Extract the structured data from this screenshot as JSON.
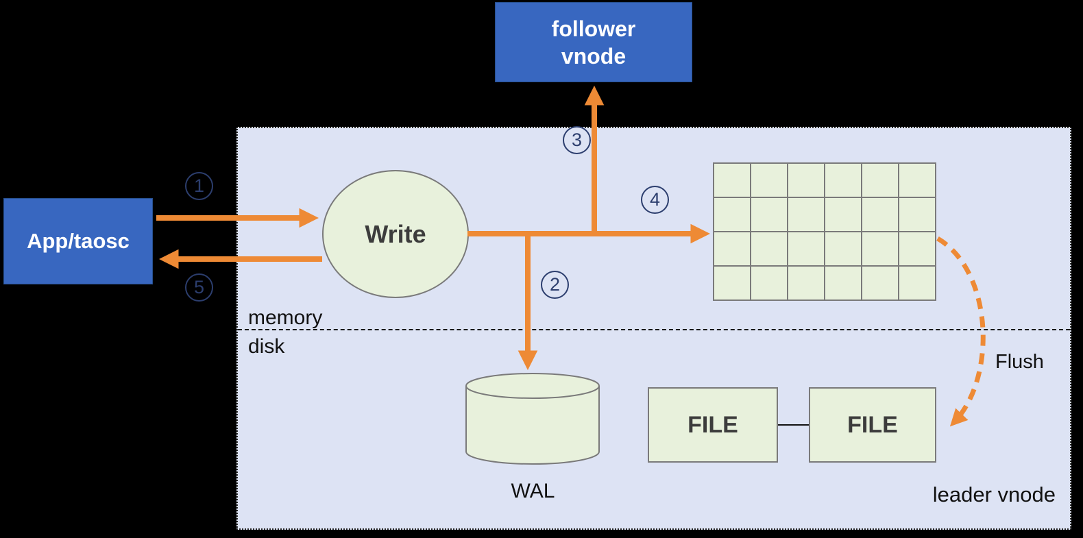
{
  "nodes": {
    "follower_vnode": {
      "label": "follower\nvnode"
    },
    "app_taosc": {
      "label": "App/taosc"
    },
    "write_circle": {
      "label": "Write"
    },
    "wal": {
      "label": "WAL"
    },
    "file_left": {
      "label": "FILE"
    },
    "file_right": {
      "label": "FILE"
    }
  },
  "zones": {
    "memory": "memory",
    "disk": "disk"
  },
  "container_label": "leader vnode",
  "flush_label": "Flush",
  "steps": [
    {
      "id": "step-1",
      "number": "1"
    },
    {
      "id": "step-2",
      "number": "2"
    },
    {
      "id": "step-3",
      "number": "3"
    },
    {
      "id": "step-4",
      "number": "4"
    },
    {
      "id": "step-5",
      "number": "5"
    }
  ],
  "memtable_grid": {
    "rows": 4,
    "cols": 6
  },
  "colors": {
    "node_blue": "#3867C0",
    "container_fill": "#DDE3F4",
    "shape_green": "#E8F1DC",
    "shape_border": "#7A7A7A",
    "arrow_orange": "#EE8A35",
    "step_navy": "#2C3E6E",
    "dark_text": "#3C3C3C",
    "white_text": "#FFFFFF"
  }
}
